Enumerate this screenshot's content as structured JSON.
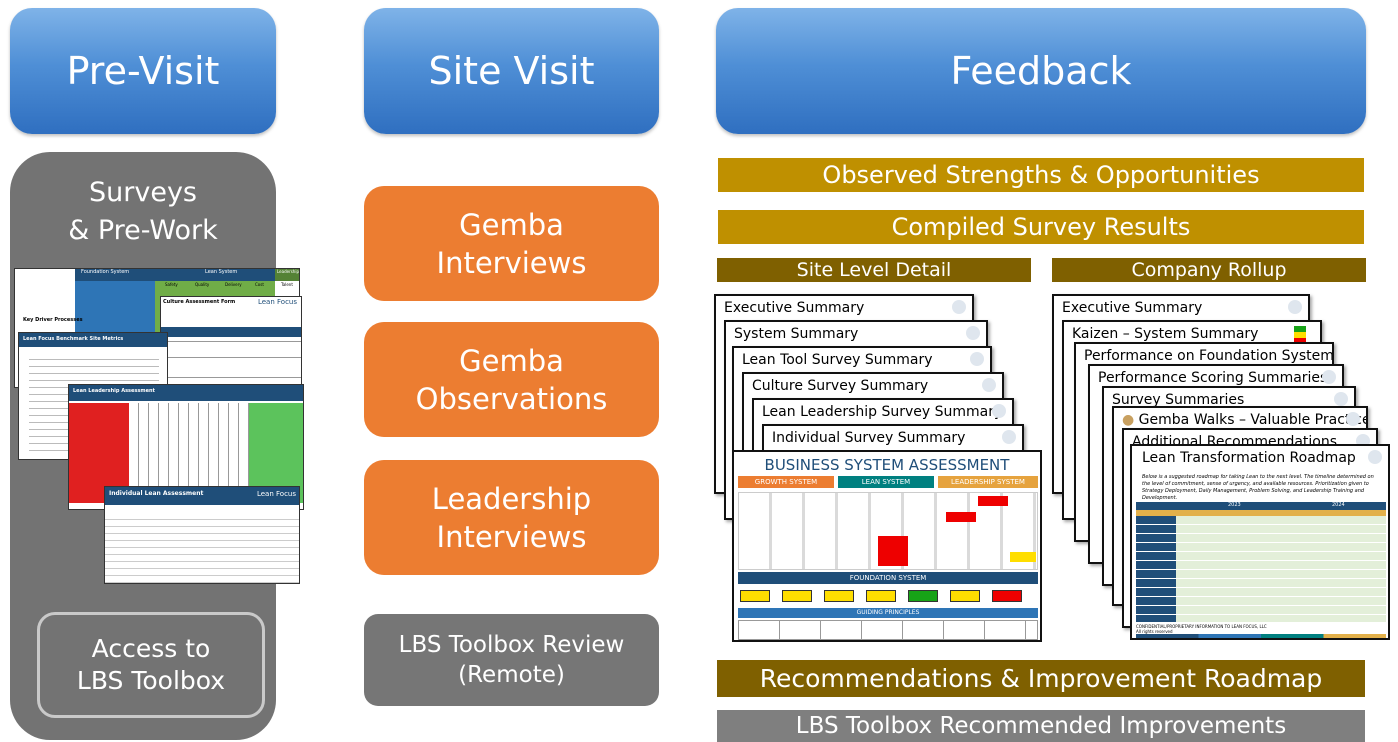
{
  "columns": {
    "pre_visit": "Pre-Visit",
    "site_visit": "Site Visit",
    "feedback": "Feedback"
  },
  "pre_visit": {
    "panel_title_1": "Surveys",
    "panel_title_2": "& Pre-Work",
    "access_1": "Access to",
    "access_2": "LBS Toolbox",
    "doc_labels": {
      "foundation_system": "Foundation System",
      "lean_system": "Lean System",
      "leadership": "Leadership",
      "safety": "Safety",
      "quality": "Quality",
      "delivery": "Delivery",
      "cost": "Cost",
      "talent": "Talent",
      "key_driver": "Key Driver Processes",
      "culture_form": "Culture Assessment Form",
      "lean_focus": "Lean Focus",
      "benchmark": "Lean Focus Benchmark Site Metrics",
      "leadership_assessment": "Lean Leadership Assessment",
      "individual_assessment": "Individual Lean Assessment"
    }
  },
  "site_visit": {
    "gemba_interviews_1": "Gemba",
    "gemba_interviews_2": "Interviews",
    "gemba_observations_1": "Gemba",
    "gemba_observations_2": "Observations",
    "leadership_interviews_1": "Leadership",
    "leadership_interviews_2": "Interviews",
    "toolbox_review_1": "LBS Toolbox Review",
    "toolbox_review_2": "(Remote)"
  },
  "feedback": {
    "observed": "Observed Strengths & Opportunities",
    "compiled": "Compiled Survey Results",
    "site_level": "Site Level Detail",
    "company_rollup": "Company Rollup",
    "site_cards": [
      "Executive Summary",
      "System Summary",
      "Lean Tool Survey Summary",
      "Culture Survey Summary",
      "Lean Leadership Survey Summary",
      "Individual Survey Summary"
    ],
    "company_cards": [
      "Executive Summary",
      "Kaizen – System Summary",
      "Performance on Foundation Systems",
      "Performance Scoring Summaries",
      "Survey Summaries",
      "Gemba Walks – Valuable Practice",
      "Additional Recommendations",
      "Lean Transformation Roadmap"
    ],
    "bsa": {
      "title": "BUSINESS SYSTEM ASSESSMENT",
      "growth": "GROWTH SYSTEM",
      "lean": "LEAN SYSTEM",
      "leadership": "LEADERSHIP SYSTEM",
      "foundation": "FOUNDATION SYSTEM",
      "principles": "GUIDING PRINCIPLES"
    },
    "roadmap_text": "Below is a suggested roadmap for taking Lean to the next level. The timeline determined on the level of commitment, sense of urgency, and available resources. Prioritization given to Strategy Deployment, Daily Management, Problem Solving, and Leadership Training and Development.",
    "roadmap_year_1": "2023",
    "roadmap_year_2": "2024",
    "roadmap_footer": "CONFIDENTIAL/PROPRIETARY INFORMATION TO LEAN FOCUS, LLC",
    "roadmap_rights": "All rights reserved",
    "recommendations": "Recommendations & Improvement Roadmap",
    "lbs_recommended": "LBS Toolbox Recommended Improvements"
  },
  "colors": {
    "header_blue": "#4f8fd6",
    "orange": "#ec7d31",
    "gold": "#bf9000",
    "brown": "#7f6000",
    "gray": "#7f7f7f"
  }
}
